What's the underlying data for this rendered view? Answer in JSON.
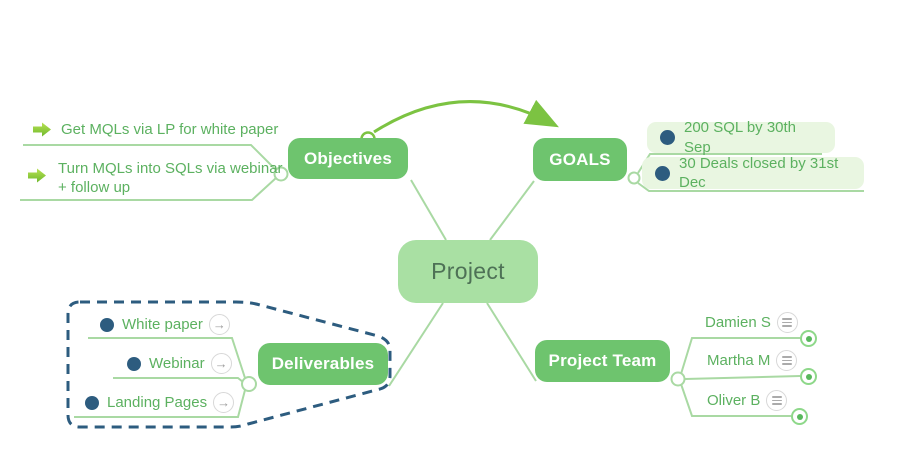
{
  "root": {
    "label": "Project"
  },
  "branches": {
    "objectives": {
      "label": "Objectives",
      "items": [
        {
          "icon": "green-arrow-icon",
          "label": "Get MQLs via LP for white paper"
        },
        {
          "icon": "green-arrow-icon",
          "label": "Turn MQLs into SQLs via webinar + follow up"
        }
      ]
    },
    "goals": {
      "label": "GOALS",
      "items": [
        {
          "icon": "filled-dot-icon",
          "label": "200 SQL by 30th Sep"
        },
        {
          "icon": "filled-dot-icon",
          "label": "30 Deals closed by 31st Dec"
        }
      ]
    },
    "deliverables": {
      "label": "Deliverables",
      "boundary": "dashed-navy-outline",
      "items": [
        {
          "icon": "filled-dot-icon",
          "trailing_icon": "arrow-in-circle-icon",
          "label": "White paper"
        },
        {
          "icon": "filled-dot-icon",
          "trailing_icon": "arrow-in-circle-icon",
          "label": "Webinar"
        },
        {
          "icon": "filled-dot-icon",
          "trailing_icon": "arrow-in-circle-icon",
          "label": "Landing Pages"
        }
      ]
    },
    "team": {
      "label": "Project Team",
      "items": [
        {
          "trailing_icon": "menu-in-circle-icon",
          "label": "Damien S"
        },
        {
          "trailing_icon": "menu-in-circle-icon",
          "label": "Martha M"
        },
        {
          "trailing_icon": "menu-in-circle-icon",
          "label": "Oliver B"
        }
      ]
    }
  },
  "relationship": {
    "from": "Objectives",
    "to": "GOALS",
    "style": "curved-arrow"
  },
  "colors": {
    "branch_node_bg": "#6ec46e",
    "root_node_bg": "#a9e0a3",
    "root_text": "#4e7156",
    "connector_line": "#a9d9a3",
    "relationship_arrow": "#7cc342",
    "boundary_navy": "#2d5c7f",
    "goal_pill_bg": "#e9f6e1",
    "leaf_text": "#5cb160",
    "item_dot": "#2d5c7f"
  }
}
